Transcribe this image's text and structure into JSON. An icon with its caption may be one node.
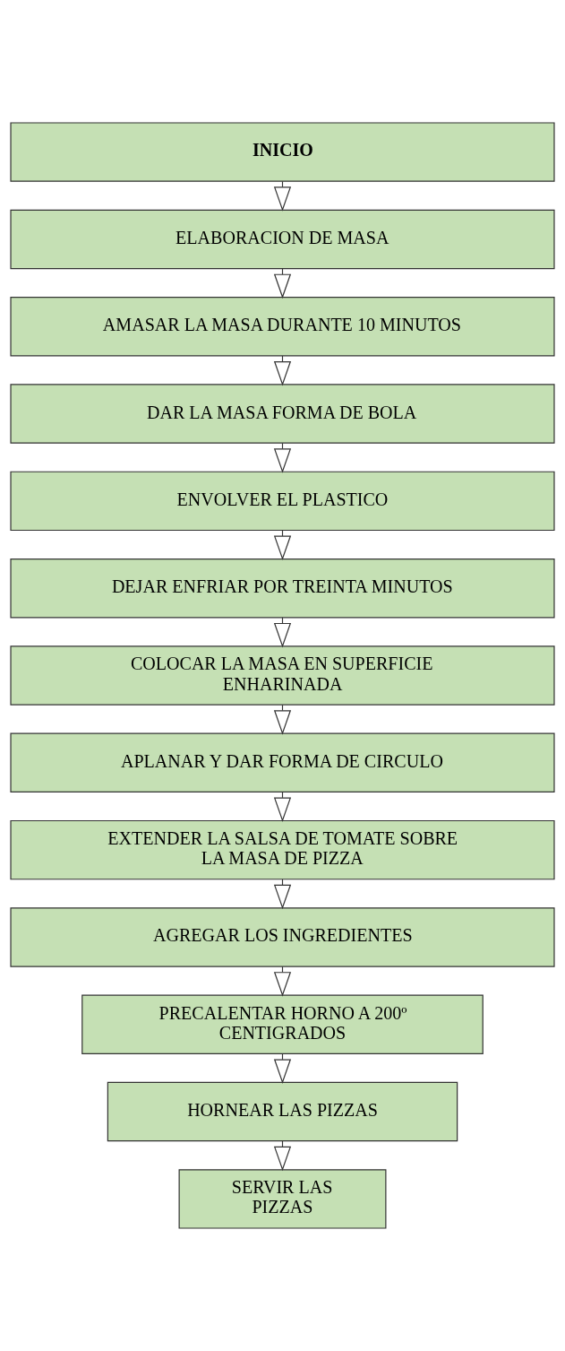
{
  "diagram": {
    "nodes": [
      {
        "text": [
          "INICIO"
        ]
      },
      {
        "text": [
          "ELABORACION DE MASA"
        ]
      },
      {
        "text": [
          "AMASAR LA MASA DURANTE 10 MINUTOS"
        ]
      },
      {
        "text": [
          "DAR LA MASA FORMA DE BOLA"
        ]
      },
      {
        "text": [
          "ENVOLVER EL PLASTICO"
        ]
      },
      {
        "text": [
          "DEJAR ENFRIAR POR TREINTA MINUTOS"
        ]
      },
      {
        "text": [
          "COLOCAR LA MASA EN SUPERFICIE ENHARINADA"
        ]
      },
      {
        "text": [
          "APLANAR Y DAR FORMA DE CIRCULO"
        ]
      },
      {
        "text": [
          "EXTENDER LA SALSA DE TOMATE SOBRE LA MASA DE PIZZA"
        ]
      },
      {
        "text": [
          "AGREGAR LOS INGREDIENTES"
        ]
      },
      {
        "text": [
          "PRECALENTAR HORNO A 200º CENTIGRADOS"
        ]
      },
      {
        "text": [
          "HORNEAR LAS PIZZAS"
        ]
      },
      {
        "text": [
          "SERVIR LAS PIZZAS"
        ]
      }
    ],
    "edges": [
      {
        "from": 0,
        "to": 1,
        "arrow": "to"
      },
      {
        "from": 1,
        "to": 2,
        "arrow": "to"
      },
      {
        "from": 2,
        "to": 3,
        "arrow": "to"
      },
      {
        "from": 3,
        "to": 4,
        "arrow": "to"
      },
      {
        "from": 4,
        "to": 5,
        "arrow": "to"
      },
      {
        "from": 5,
        "to": 6,
        "arrow": "to"
      },
      {
        "from": 6,
        "to": 7,
        "arrow": "to"
      },
      {
        "from": 7,
        "to": 8,
        "arrow": "to"
      },
      {
        "from": 8,
        "to": 9,
        "arrow": "to"
      },
      {
        "from": 9,
        "to": 10,
        "arrow": "to"
      },
      {
        "from": 10,
        "to": 11,
        "arrow": "to"
      },
      {
        "from": 11,
        "to": 12,
        "arrow": "to"
      }
    ]
  }
}
